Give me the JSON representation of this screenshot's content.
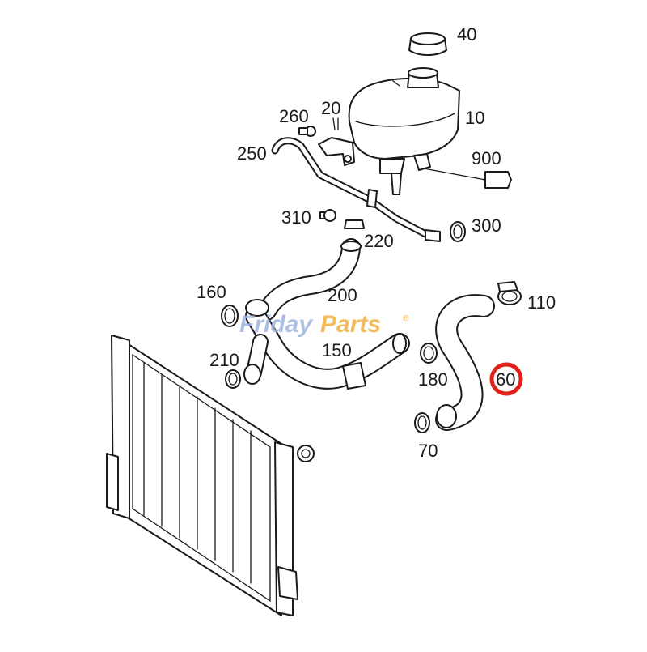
{
  "diagram": {
    "callouts": [
      {
        "id": "40",
        "text": "40"
      },
      {
        "id": "10",
        "text": "10"
      },
      {
        "id": "20",
        "text": "20"
      },
      {
        "id": "260",
        "text": "260"
      },
      {
        "id": "250",
        "text": "250"
      },
      {
        "id": "900",
        "text": "900"
      },
      {
        "id": "310",
        "text": "310"
      },
      {
        "id": "300",
        "text": "300"
      },
      {
        "id": "220",
        "text": "220"
      },
      {
        "id": "160",
        "text": "160"
      },
      {
        "id": "200",
        "text": "200"
      },
      {
        "id": "110",
        "text": "110"
      },
      {
        "id": "150",
        "text": "150"
      },
      {
        "id": "210",
        "text": "210"
      },
      {
        "id": "180",
        "text": "180"
      },
      {
        "id": "60",
        "text": "60"
      },
      {
        "id": "70",
        "text": "70"
      }
    ],
    "highlighted_callout": "60",
    "highlight_color": "#e0201b",
    "line_color": "#1a1a1a"
  },
  "watermark": {
    "text_a": "Friday",
    "text_b": "Parts",
    "mark": "®",
    "color_a": "#9fb6e0",
    "color_b": "#f0b040"
  }
}
